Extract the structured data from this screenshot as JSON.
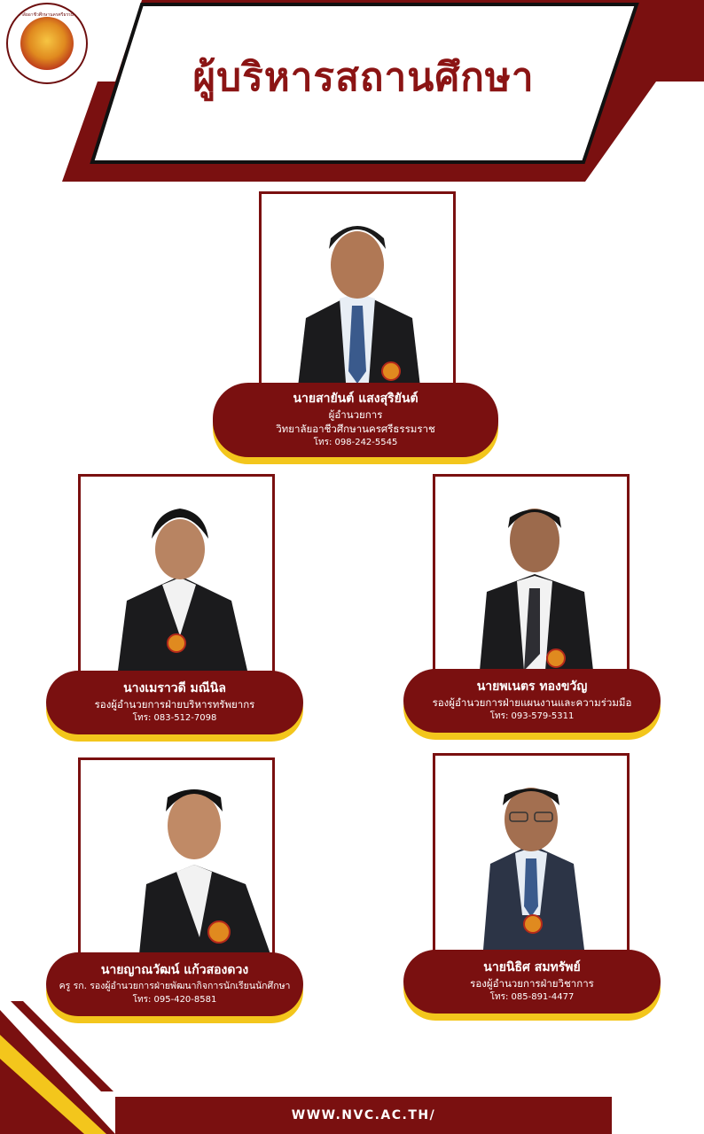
{
  "header": {
    "title": "ผู้บริหารสถานศึกษา",
    "logo_text": "วิทยาลัยอาชีวศึกษานครศรีธรรมราช"
  },
  "colors": {
    "maroon": "#7a1010",
    "accent_yellow": "#f3c61c",
    "title_red": "#8b1414"
  },
  "people": [
    {
      "name": "นายสายันต์ แสงสุริยันต์",
      "role": "ผู้อำนวยการ",
      "org": "วิทยาลัยอาชีวศึกษานครศรีธรรมราช",
      "tel": "โทร: 098-242-5545"
    },
    {
      "name": "นางเมราวดี มณีนิล",
      "role": "รองผู้อำนวยการฝ่ายบริหารทรัพยากร",
      "tel": "โทร: 083-512-7098"
    },
    {
      "name": "นายพเนตร ทองขวัญ",
      "role": "รองผู้อำนวยการฝ่ายแผนงานและความร่วมมือ",
      "tel": "โทร: 093-579-5311"
    },
    {
      "name": "นายญาณวัฒน์ แก้วสองดวง",
      "role": "ครู รก. รองผู้อำนวยการฝ่ายพัฒนากิจการนักเรียนนักศึกษา",
      "tel": "โทร: 095-420-8581"
    },
    {
      "name": "นายนิธิศ สมทรัพย์",
      "role": "รองผู้อำนวยการฝ่ายวิชาการ",
      "tel": "โทร: 085-891-4477"
    }
  ],
  "footer": {
    "url": "WWW.NVC.AC.TH/"
  }
}
